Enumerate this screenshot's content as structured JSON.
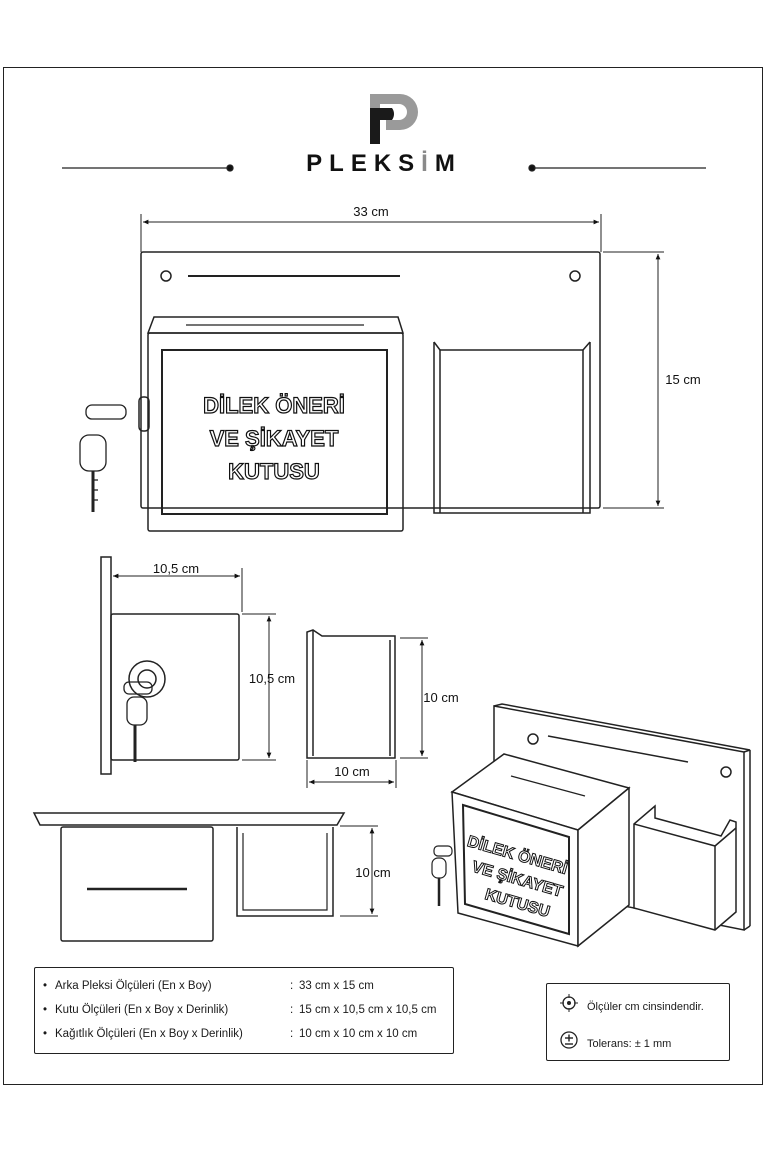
{
  "brand": {
    "name_part1": "PLEKS",
    "name_part2": "İ",
    "name_part3": "M"
  },
  "main_view": {
    "width_label": "33 cm",
    "height_label": "15 cm",
    "box_text_line1": "DİLEK ÖNERİ",
    "box_text_line2": "VE ŞİKAYET",
    "box_text_line3": "KUTUSU"
  },
  "side_views": {
    "box_depth_label": "10,5 cm",
    "box_height_label": "10,5 cm",
    "holder_height_label": "10 cm",
    "holder_width_label": "10 cm"
  },
  "top_view": {
    "depth_label": "10 cm"
  },
  "iso_view": {
    "box_text_line1": "DİLEK ÖNERİ",
    "box_text_line2": "VE ŞİKAYET",
    "box_text_line3": "KUTUSU"
  },
  "specs": [
    {
      "label": "Arka Pleksi Ölçüleri (En x Boy)",
      "value": "33 cm x 15 cm"
    },
    {
      "label": "Kutu Ölçüleri (En x Boy x Derinlik)",
      "value": "15 cm x 10,5 cm x 10,5 cm"
    },
    {
      "label": "Kağıtlık Ölçüleri (En x Boy x Derinlik)",
      "value": "10 cm x 10 cm x 10 cm"
    }
  ],
  "notes": {
    "units_icon": "crosshair-icon",
    "units_text": "Ölçüler cm cinsindendir.",
    "tolerance_icon": "plus-minus-icon",
    "tolerance_text": "Tolerans: ± 1 mm"
  }
}
